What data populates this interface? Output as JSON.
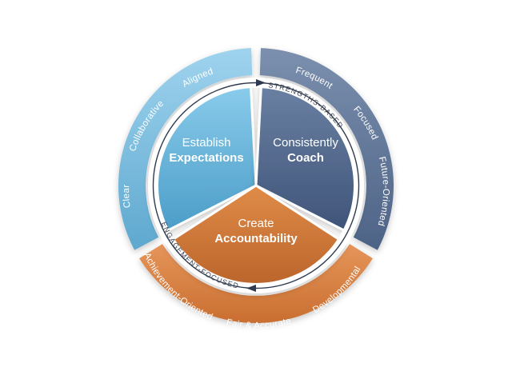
{
  "segments": [
    {
      "id": "establish",
      "title": "Establish",
      "bold": "Expectations",
      "color": "#5fb0d8",
      "outer_color": "#78bde0",
      "outer_labels": [
        "Clear",
        "Collaborative",
        "Aligned"
      ]
    },
    {
      "id": "coach",
      "title": "Consistently",
      "bold": "Coach",
      "color": "#4f6689",
      "outer_color": "#63789a",
      "outer_labels": [
        "Frequent",
        "Focused",
        "Future-Oriented"
      ]
    },
    {
      "id": "accountability",
      "title": "Create",
      "bold": "Accountability",
      "color": "#d07a3a",
      "outer_color": "#d8834a",
      "outer_labels": [
        "Achievement-Oriented",
        "Fair & Accurate",
        "Developmental"
      ]
    }
  ],
  "ring_labels": {
    "strengths": "STRENGTHS-BASED",
    "engagement": "ENGAGEMENT-FOCUSED"
  }
}
